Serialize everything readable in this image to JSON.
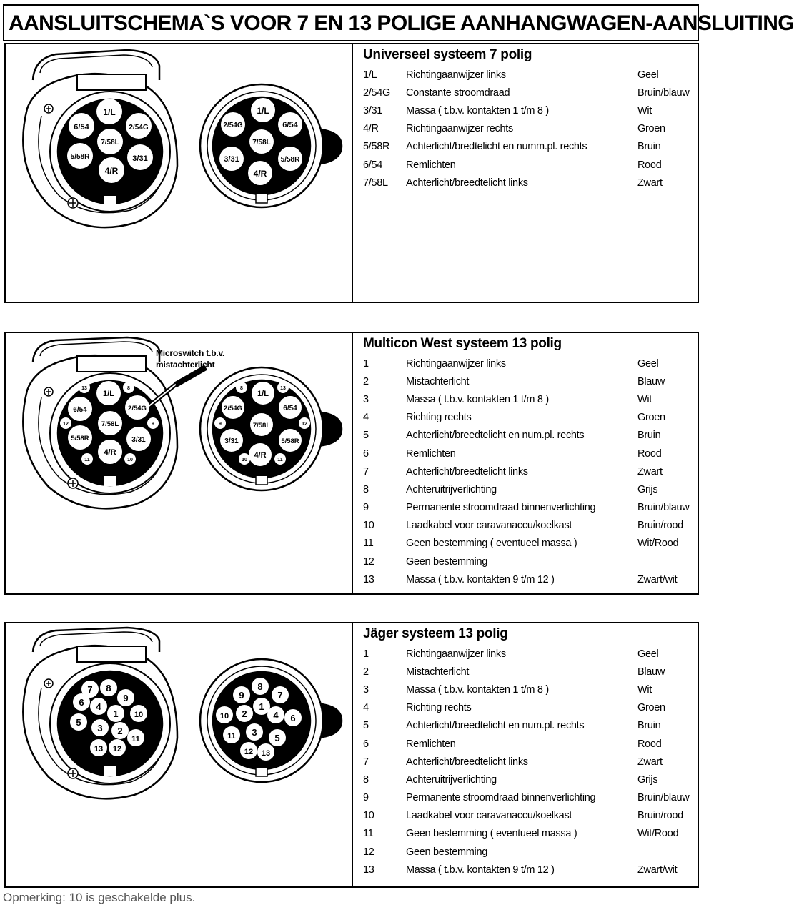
{
  "title": "AANSLUITSCHEMA`S VOOR 7 EN 13 POLIGE AANHANGWAGEN-AANSLUITING",
  "footnote": "Opmerking: 10 is geschakelde plus.",
  "panels": [
    {
      "heading": "Universeel systeem 7 polig",
      "rows": [
        {
          "pin": "1/L",
          "desc": "Richtingaanwijzer links",
          "color": "Geel"
        },
        {
          "pin": "2/54G",
          "desc": "Constante stroomdraad",
          "color": "Bruin/blauw"
        },
        {
          "pin": "3/31",
          "desc": "Massa ( t.b.v. kontakten 1 t/m 8 )",
          "color": "Wit"
        },
        {
          "pin": "4/R",
          "desc": "Richtingaanwijzer rechts",
          "color": "Groen"
        },
        {
          "pin": "5/58R",
          "desc": "Achterlicht/bredtelicht en numm.pl. rechts",
          "color": "Bruin"
        },
        {
          "pin": "6/54",
          "desc": "Remlichten",
          "color": "Rood"
        },
        {
          "pin": "7/58L",
          "desc": "Achterlicht/breedtelicht links",
          "color": "Zwart"
        }
      ],
      "socket_labels": {
        "p1": "1/L",
        "p2": "2/54G",
        "p3": "3/31",
        "p4": "4/R",
        "p5": "5/58R",
        "p6": "6/54",
        "p7": "7/58L"
      }
    },
    {
      "heading": "Multicon West systeem 13 polig",
      "callout": [
        "Microswitch t.b.v.",
        "mistachterlicht"
      ],
      "rows": [
        {
          "pin": "1",
          "desc": "Richtingaanwijzer links",
          "color": "Geel"
        },
        {
          "pin": "2",
          "desc": "Mistachterlicht",
          "color": "Blauw"
        },
        {
          "pin": "3",
          "desc": "Massa ( t.b.v. kontakten 1 t/m 8 )",
          "color": "Wit"
        },
        {
          "pin": "4",
          "desc": "Richting rechts",
          "color": "Groen"
        },
        {
          "pin": "5",
          "desc": "Achterlicht/breedtelicht en num.pl. rechts",
          "color": "Bruin"
        },
        {
          "pin": "6",
          "desc": "Remlichten",
          "color": "Rood"
        },
        {
          "pin": "7",
          "desc": "Achterlicht/breedtelicht links",
          "color": "Zwart"
        },
        {
          "pin": "8",
          "desc": "Achteruitrijverlichting",
          "color": "Grijs"
        },
        {
          "pin": "9",
          "desc": "Permanente stroomdraad binnenverlichting",
          "color": "Bruin/blauw"
        },
        {
          "pin": "10",
          "desc": "Laadkabel voor caravanaccu/koelkast",
          "color": "Bruin/rood"
        },
        {
          "pin": "11",
          "desc": "Geen bestemming ( eventueel massa )",
          "color": "Wit/Rood"
        },
        {
          "pin": "12",
          "desc": "Geen bestemming",
          "color": ""
        },
        {
          "pin": "13",
          "desc": "Massa ( t.b.v. kontakten 9 t/m 12 )",
          "color": "Zwart/wit"
        }
      ]
    },
    {
      "heading": "Jäger systeem 13 polig",
      "rows": [
        {
          "pin": "1",
          "desc": "Richtingaanwijzer links",
          "color": "Geel"
        },
        {
          "pin": "2",
          "desc": "Mistachterlicht",
          "color": "Blauw"
        },
        {
          "pin": "3",
          "desc": "Massa ( t.b.v. kontakten 1 t/m 8 )",
          "color": "Wit"
        },
        {
          "pin": "4",
          "desc": "Richting rechts",
          "color": "Groen"
        },
        {
          "pin": "5",
          "desc": "Achterlicht/breedtelicht en num.pl. rechts",
          "color": "Bruin"
        },
        {
          "pin": "6",
          "desc": "Remlichten",
          "color": "Rood"
        },
        {
          "pin": "7",
          "desc": "Achterlicht/breedtelicht links",
          "color": "Zwart"
        },
        {
          "pin": "8",
          "desc": "Achteruitrijverlichting",
          "color": "Grijs"
        },
        {
          "pin": "9",
          "desc": "Permanente stroomdraad binnenverlichting",
          "color": "Bruin/blauw"
        },
        {
          "pin": "10",
          "desc": "Laadkabel voor caravanaccu/koelkast",
          "color": "Bruin/rood"
        },
        {
          "pin": "11",
          "desc": "Geen bestemming ( eventueel massa )",
          "color": "Wit/Rood"
        },
        {
          "pin": "12",
          "desc": "Geen bestemming",
          "color": ""
        },
        {
          "pin": "13",
          "desc": "Massa ( t.b.v. kontakten 9 t/m 12 )",
          "color": "Zwart/wit"
        }
      ]
    }
  ]
}
